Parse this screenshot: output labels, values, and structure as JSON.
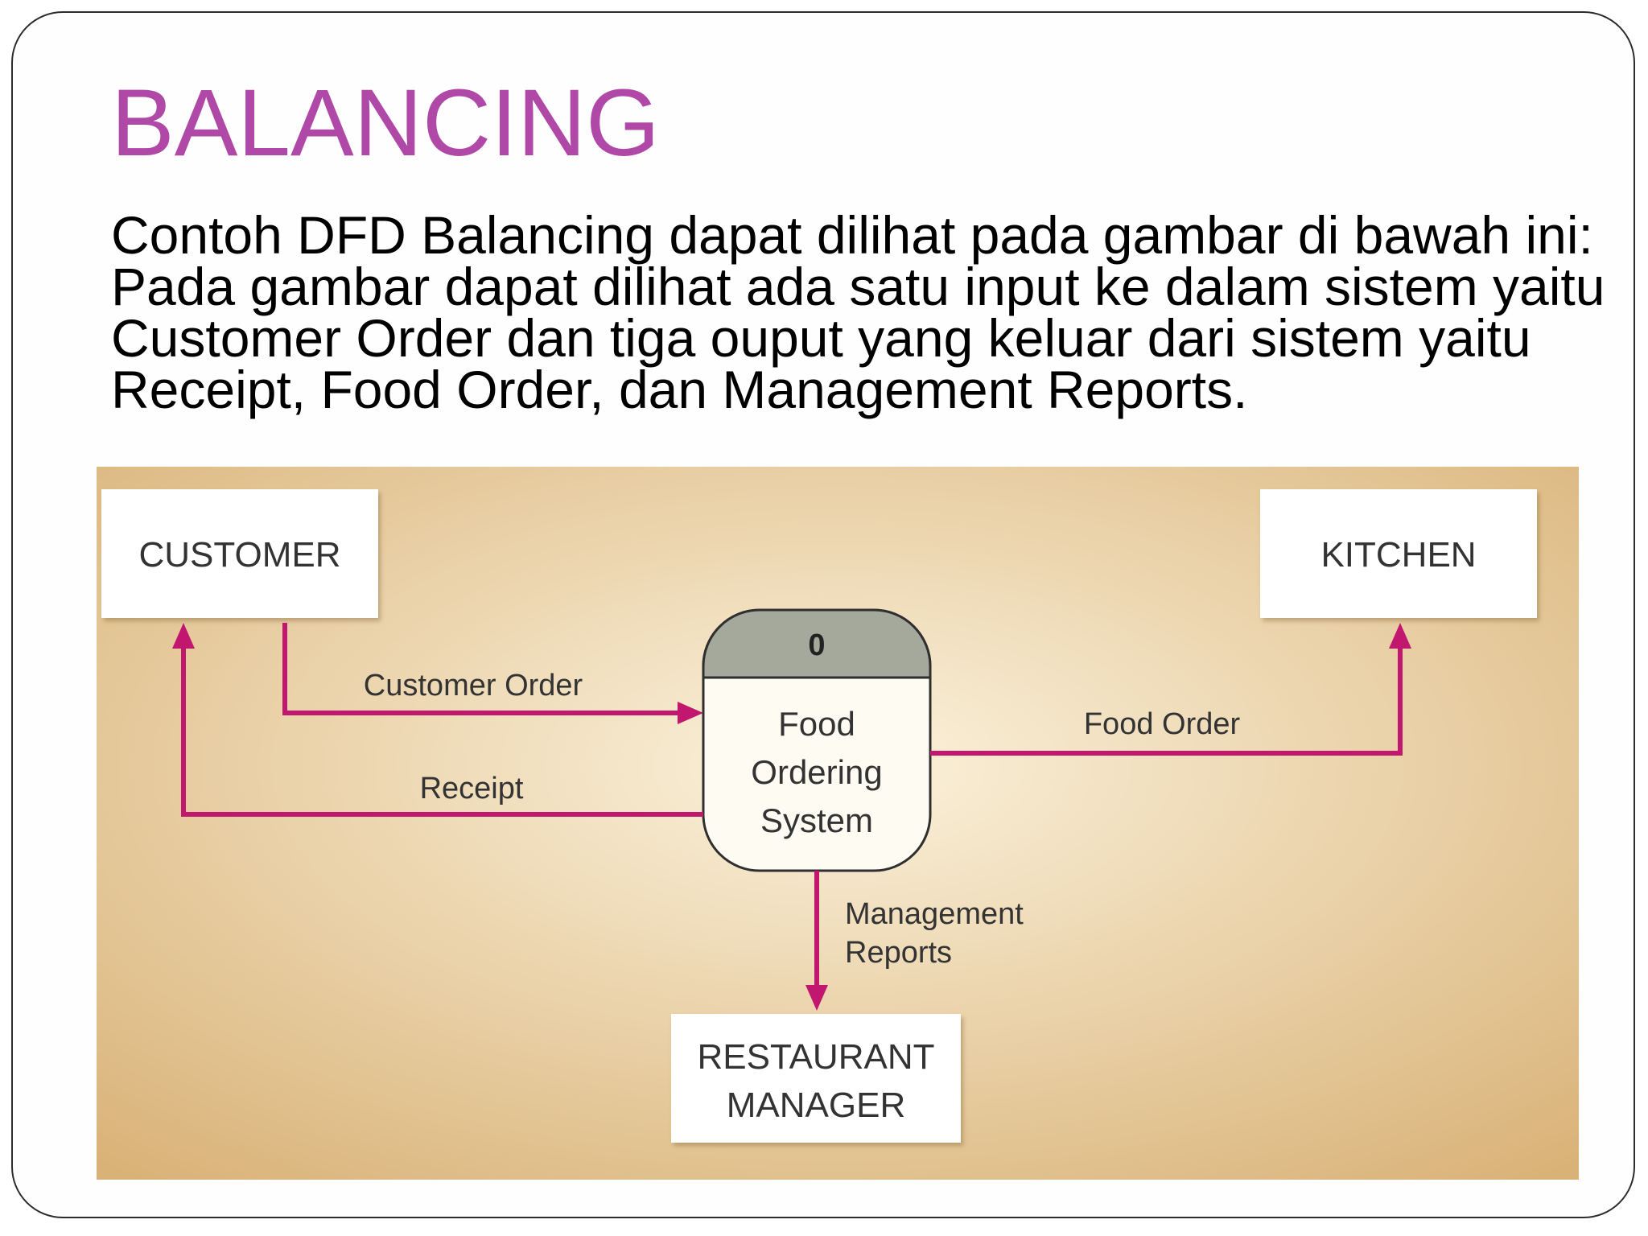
{
  "slide": {
    "title": "BALANCING",
    "body": "Contoh DFD Balancing dapat dilihat pada gambar di bawah ini: Pada gambar dapat dilihat ada satu input ke dalam sistem yaitu Customer Order dan tiga ouput yang keluar dari sistem yaitu Receipt, Food Order, dan Management Reports."
  },
  "diagram": {
    "colors": {
      "flow": "#c2176e",
      "background_center": "#fbf2dc",
      "background_edge": "#d9b277",
      "process_header": "#a4a99c",
      "process_body": "#fefbf3"
    },
    "entities": {
      "customer": "CUSTOMER",
      "kitchen": "KITCHEN",
      "manager_line1": "RESTAURANT",
      "manager_line2": "MANAGER"
    },
    "process": {
      "id": "0",
      "line1": "Food",
      "line2": "Ordering",
      "line3": "System"
    },
    "flows": {
      "customer_order": "Customer Order",
      "receipt": "Receipt",
      "food_order": "Food Order",
      "management_line1": "Management",
      "management_line2": "Reports"
    }
  }
}
